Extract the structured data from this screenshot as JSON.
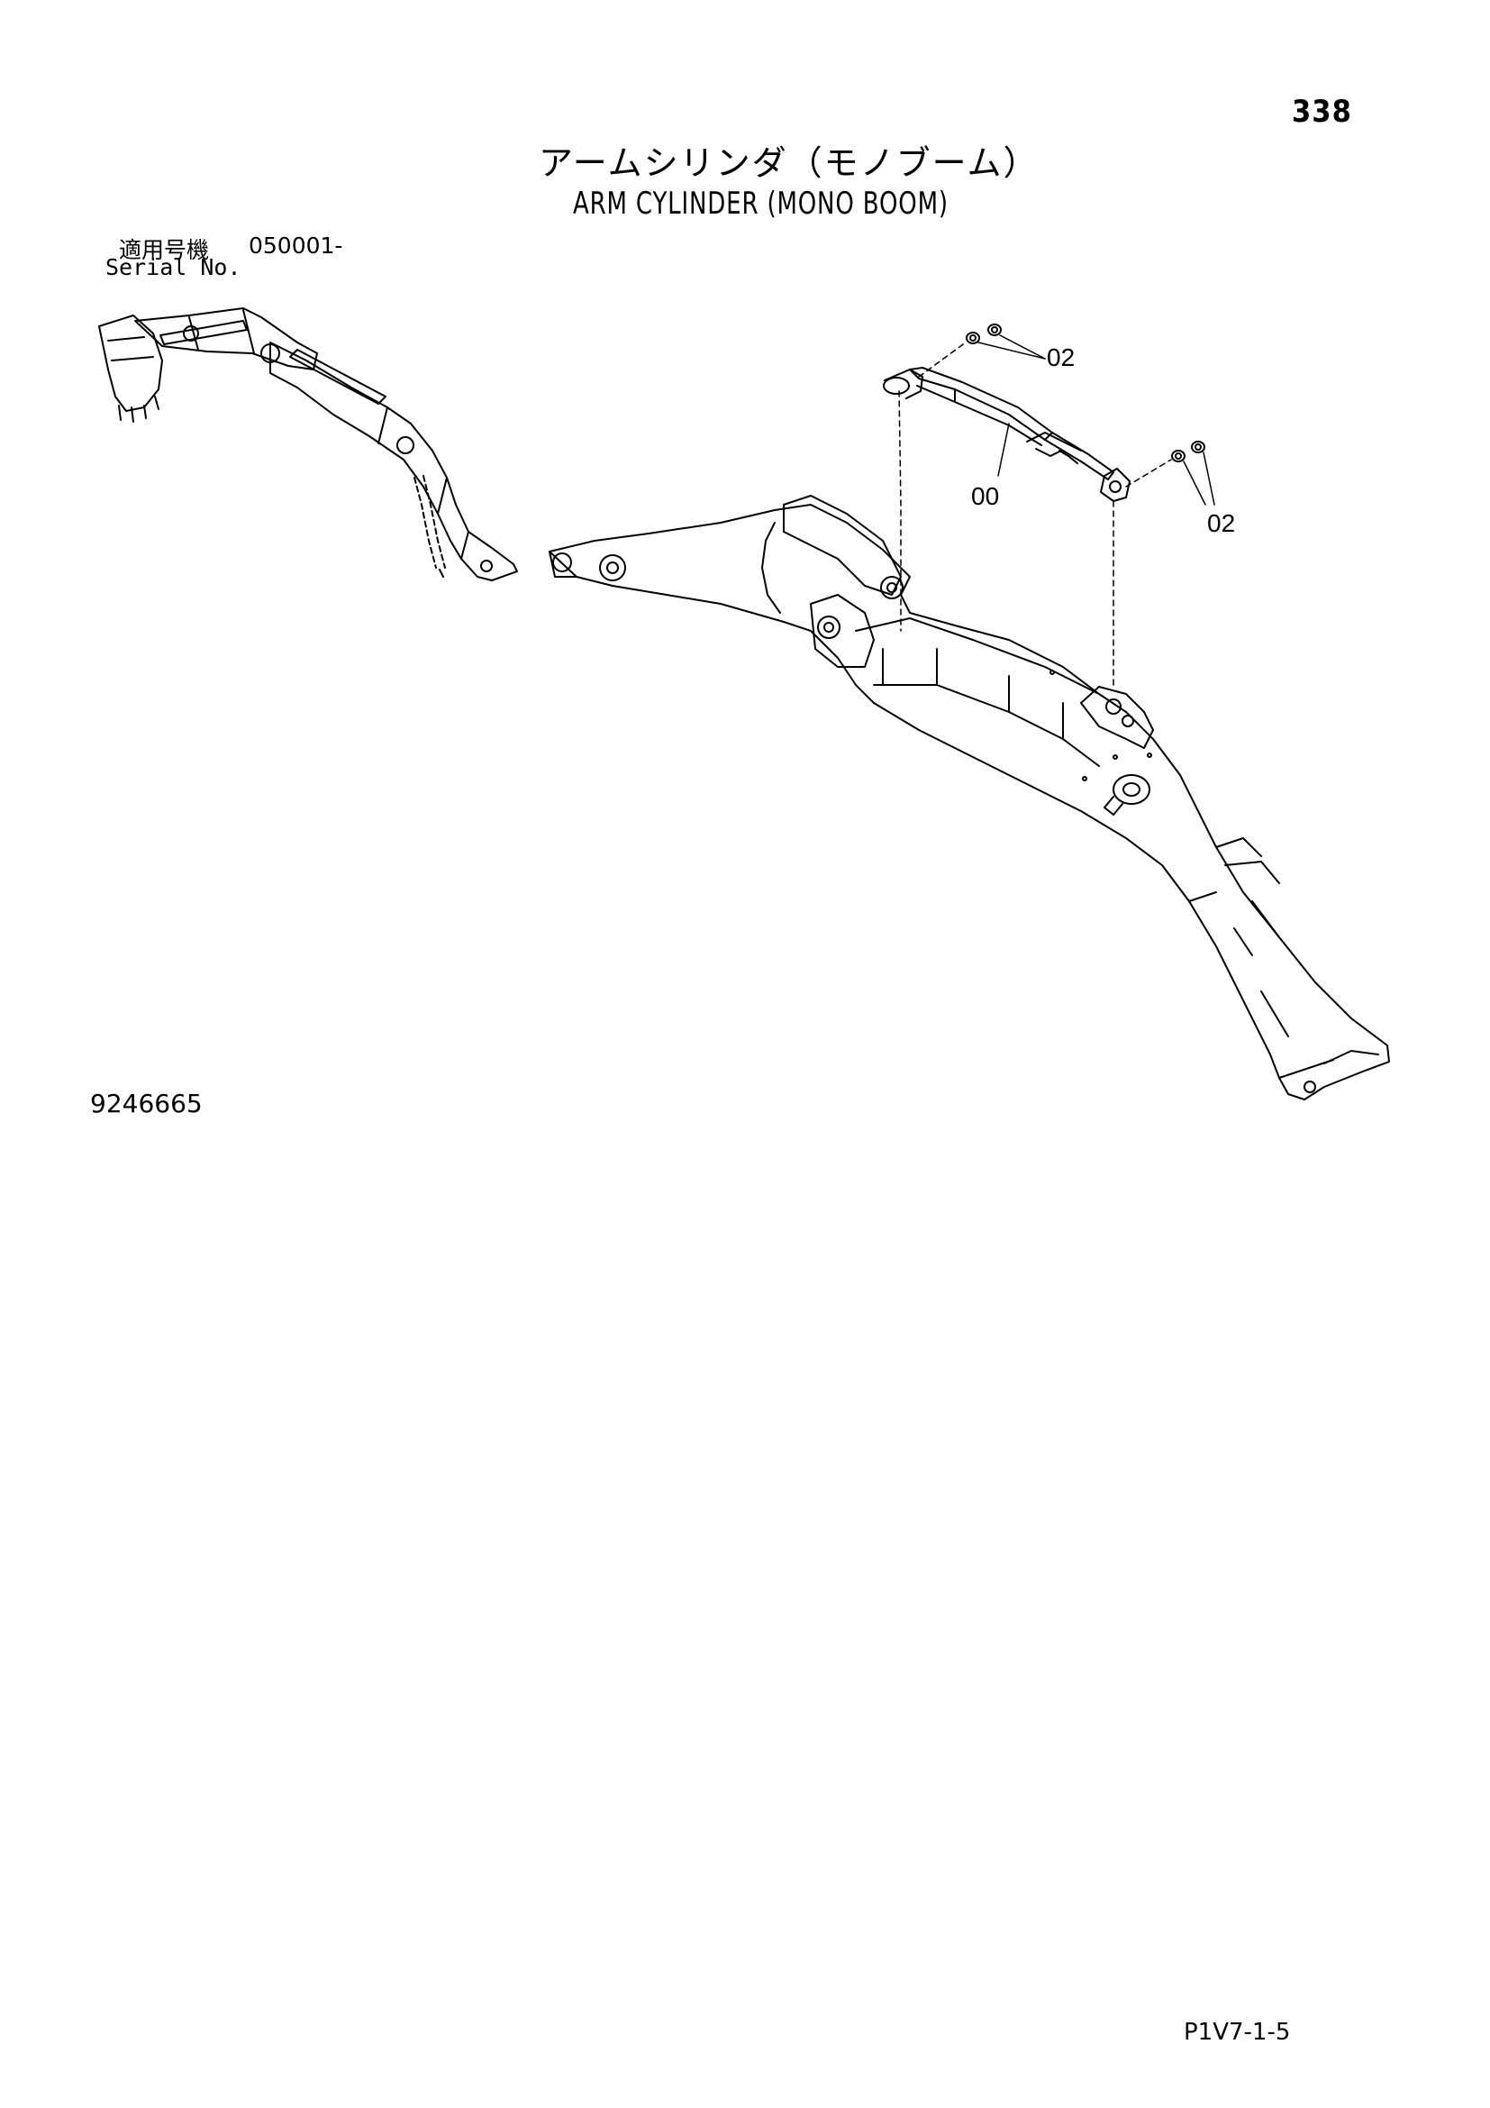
{
  "page": {
    "number": "338",
    "title_jp": "アームシリンダ（モノブーム）",
    "title_en": "ARM CYLINDER (MONO BOOM)",
    "serial_label_jp": "適用号機",
    "serial_value": "050001-",
    "serial_label_en": "Serial No.",
    "drawing_number": "9246665",
    "doc_code": "P1V7-1-5"
  },
  "callouts": {
    "upper_seal": "02",
    "cylinder": "00",
    "lower_seal": "02"
  }
}
